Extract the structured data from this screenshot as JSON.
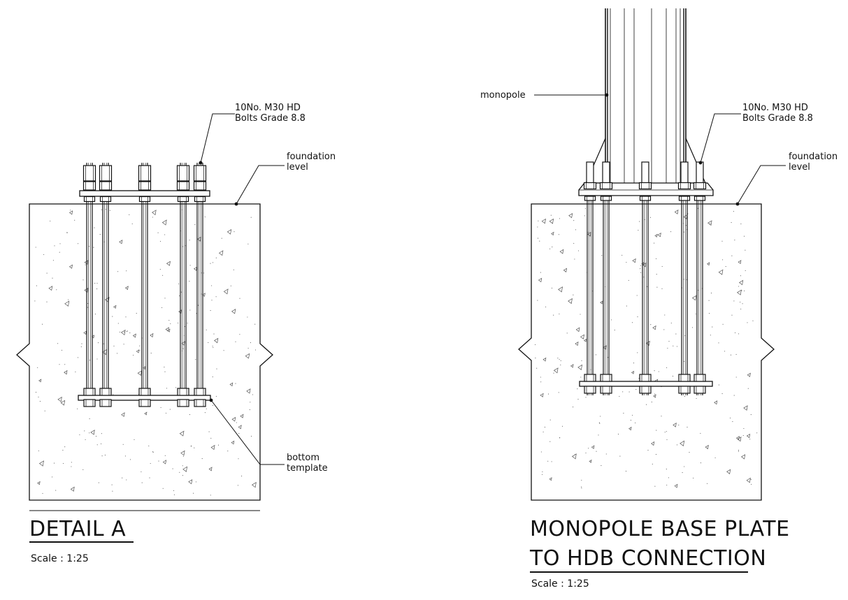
{
  "details": [
    {
      "title_lines": [
        "DETAIL A"
      ],
      "scale": "Scale : 1:25",
      "labels": {
        "bolts": "10No. M30 HD\nBolts Grade 8.8",
        "foundation": "foundation\nlevel",
        "template": "bottom\ntemplate"
      }
    },
    {
      "title_lines": [
        "MONOPOLE BASE PLATE",
        "TO HDB CONNECTION"
      ],
      "scale": "Scale : 1:25",
      "labels": {
        "monopole": "monopole",
        "bolts": "10No. M30 HD\nBolts Grade 8.8",
        "foundation": "foundation\nlevel"
      }
    }
  ],
  "colors": {
    "line": "#111111",
    "hatch": "#555555"
  }
}
